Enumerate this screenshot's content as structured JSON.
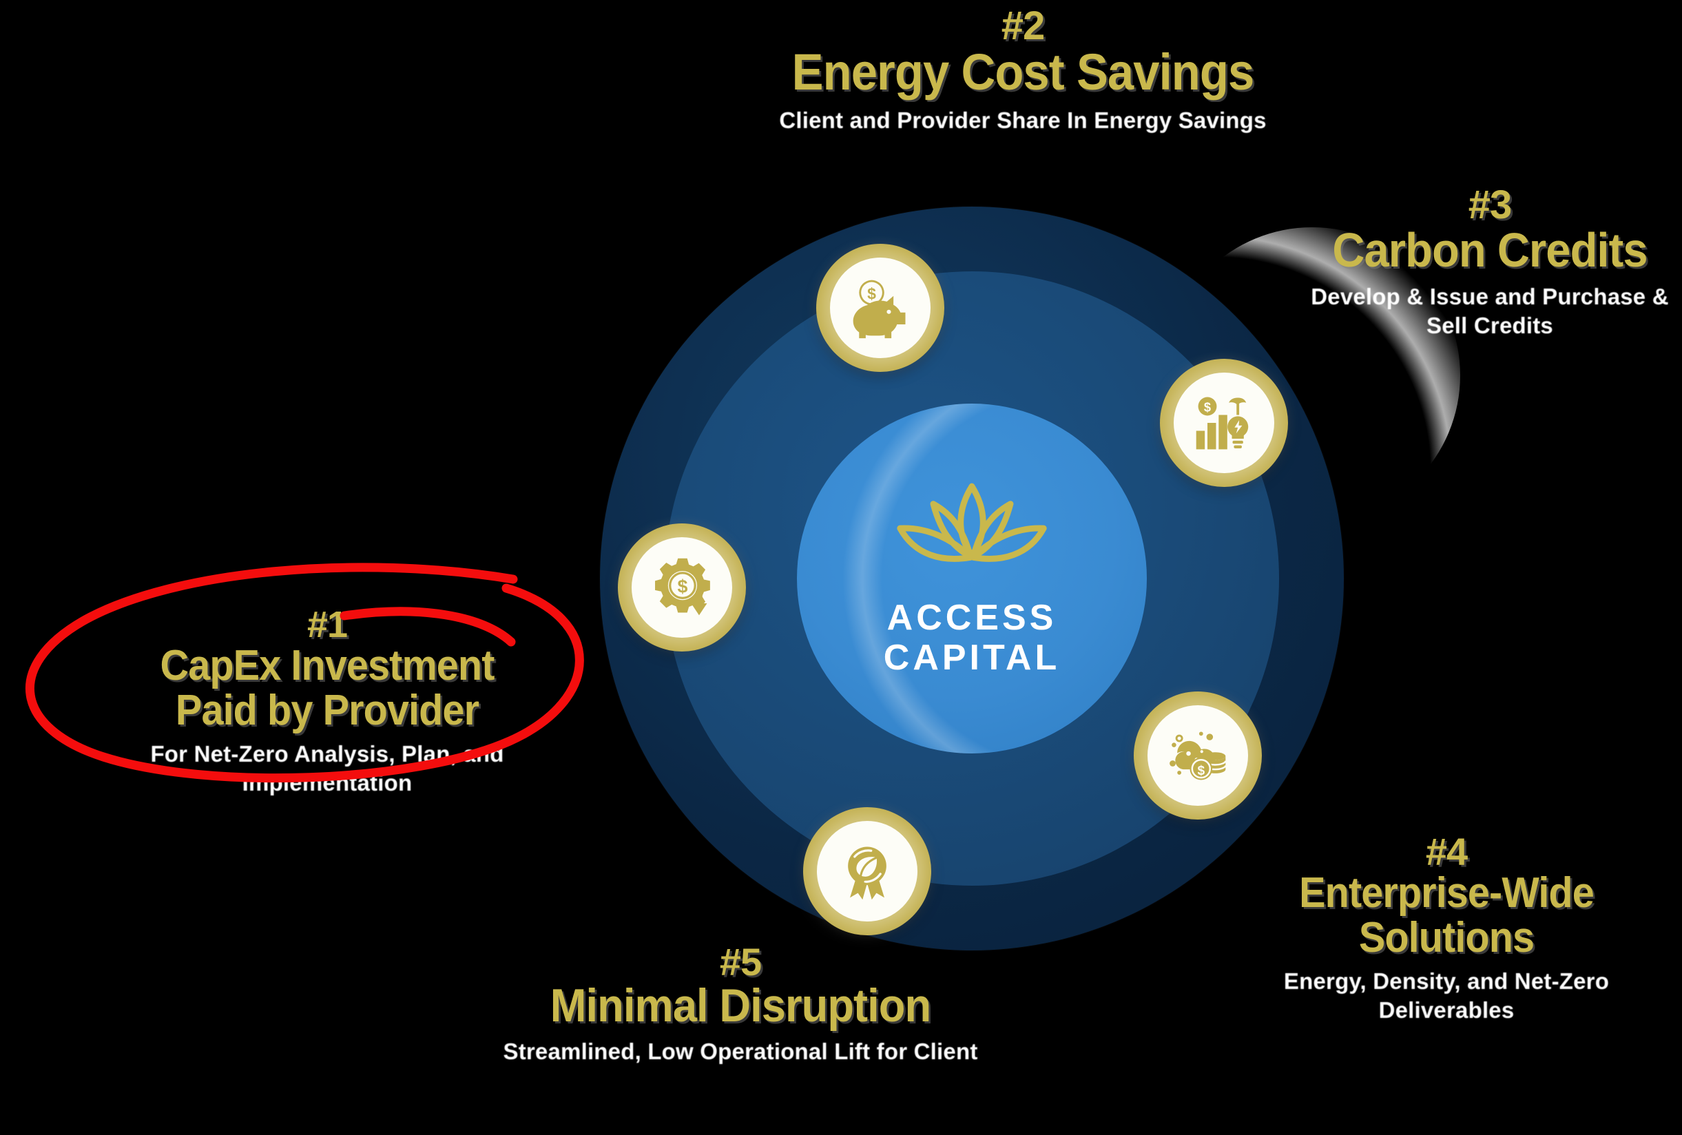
{
  "brand": {
    "name_line1": "ACCESS",
    "name_line2": "CAPITAL",
    "logo_icon": "lotus-flower-icon",
    "gold": "#c9b84c",
    "hub_blue": "#3a8bd2",
    "ring_blue": "#1a4b79",
    "outer_navy": "#0b2745",
    "annotation_red": "#f40d0d"
  },
  "benefits": [
    {
      "number": "#1",
      "title": "CapEx Investment\nPaid by Provider",
      "title_line1": "CapEx Investment",
      "title_line2": "Paid by Provider",
      "subtitle": "For Net-Zero Analysis, Plan, and Implementation",
      "icon": "gear-dollar-down-arrow-icon",
      "annotated": true
    },
    {
      "number": "#2",
      "title": "Energy Cost Savings",
      "title_line1": "Energy Cost Savings",
      "title_line2": "",
      "subtitle": "Client and Provider Share In Energy Savings",
      "icon": "piggy-bank-dollar-icon",
      "annotated": false
    },
    {
      "number": "#3",
      "title": "Carbon Credits",
      "title_line1": "Carbon Credits",
      "title_line2": "",
      "subtitle": "Develop & Issue and Purchase & Sell Credits",
      "icon": "bar-chart-dollar-lightbulb-plant-icon",
      "annotated": false
    },
    {
      "number": "#4",
      "title": "Enterprise-Wide\nSolutions",
      "title_line1": "Enterprise-Wide",
      "title_line2": "Solutions",
      "subtitle": "Energy, Density, and Net-Zero Deliverables",
      "icon": "carbon-cloud-coins-icon",
      "annotated": false
    },
    {
      "number": "#5",
      "title": "Minimal Disruption",
      "title_line1": "Minimal Disruption",
      "title_line2": "",
      "subtitle": "Streamlined, Low Operational Lift for Client",
      "icon": "eco-award-leaf-ribbon-icon",
      "annotated": false
    }
  ],
  "annotation": {
    "shape": "hand-drawn-red-ellipse",
    "targets": "#1 CapEx Investment Paid by Provider"
  }
}
